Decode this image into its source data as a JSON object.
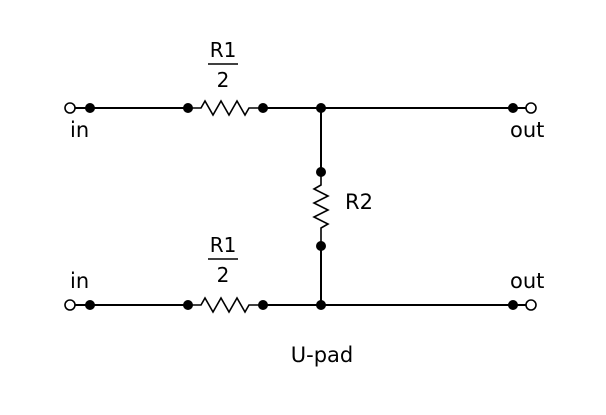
{
  "diagram": {
    "caption": "U-pad",
    "terminals": {
      "top_left": "in",
      "top_right": "out",
      "bottom_left": "in",
      "bottom_right": "out"
    },
    "resistors": {
      "top_series": {
        "numerator": "R1",
        "denominator": "2"
      },
      "shunt": {
        "label": "R2"
      },
      "bottom_series": {
        "numerator": "R1",
        "denominator": "2"
      }
    }
  }
}
